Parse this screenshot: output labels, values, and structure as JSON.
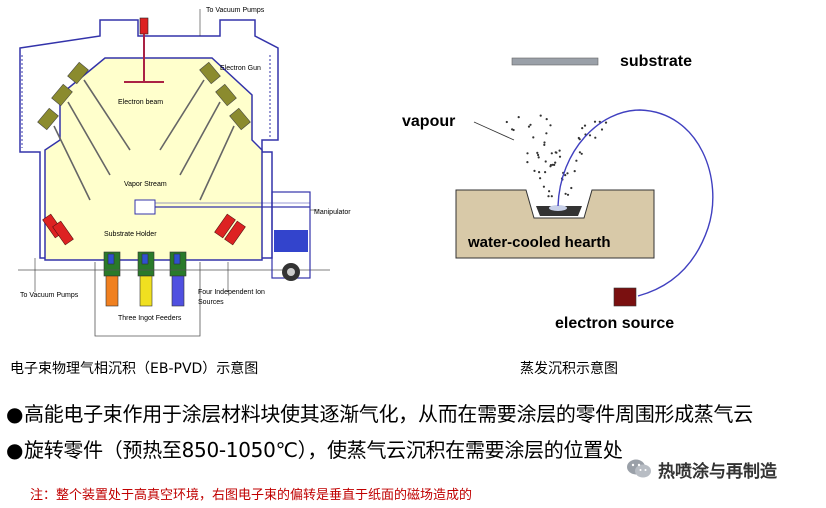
{
  "left_diagram": {
    "labels": {
      "vacuum_top": "To Vacuum Pumps",
      "electron_gun": "Electron Gun",
      "electron_beam": "Electron beam",
      "vapor_stream": "Vapor Stream",
      "substrate_holder": "Substrate Holder",
      "manipulator": "Manipulator",
      "vacuum_bottom": "To Vacuum Pumps",
      "ion_sources_1": "Four Independent Ion",
      "ion_sources_2": "Sources",
      "ingot_feeders": "Three Ingot Feeders"
    },
    "caption": "电子束物理气相沉积（EB-PVD）示意图"
  },
  "right_diagram": {
    "labels": {
      "substrate": "substrate",
      "vapour": "vapour",
      "hearth": "water-cooled hearth",
      "electron_source": "electron source"
    },
    "caption": "蒸发沉积示意图"
  },
  "bullets": [
    "高能电子束作用于涂层材料块使其逐渐气化，从而在需要涂层的零件周围形成蒸气云",
    "旋转零件（预热至850-1050℃），使蒸气云沉积在需要涂层的位置处"
  ],
  "bullet_marker": "●",
  "note": "注：整个装置处于高真空环境，右图电子束的偏转是垂直于纸面的磁场造成的",
  "brand": {
    "name": "热喷涂与再制造",
    "icon": "wechat-icon"
  },
  "colors": {
    "chamber": "#ffffcc",
    "chamber_outline": "#3333aa",
    "gun": "#8b8b2e",
    "heater": "#dd2222",
    "note": "#c00000",
    "hearth": "#d8c9a8",
    "beam": "#4040c0"
  }
}
